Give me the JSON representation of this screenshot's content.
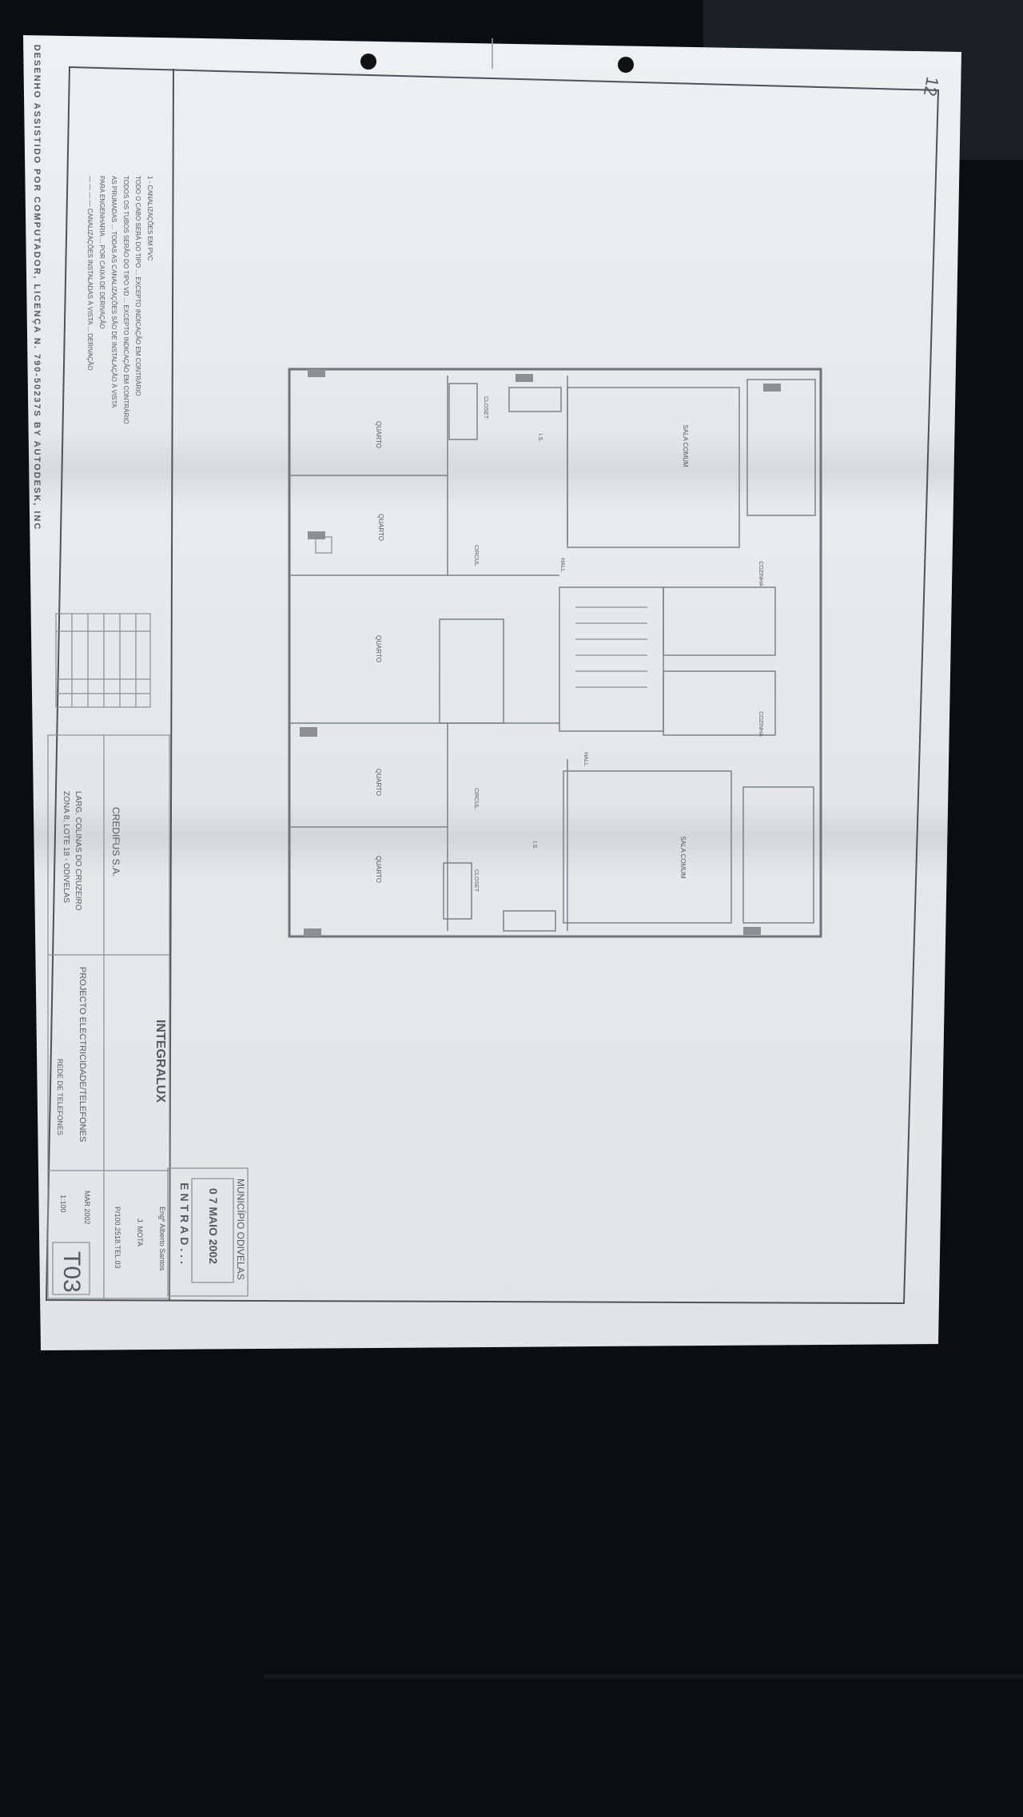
{
  "sheet": {
    "edge_text": "DESENHO ASSISTIDO POR COMPUTADOR, LICENÇA N. 790-50237S BY AUTODESK, INC",
    "handwritten_mark": "12",
    "notes": [
      "1 - CANALIZAÇÕES EM PVC",
      "TODO O CABO SERÁ DO TIPO ... EXCEPTO INDICAÇÃO EM CONTRÁRIO",
      "TODOS OS TUBOS SERÃO DO TIPO VD ... EXCEPTO INDICAÇÃO EM CONTRÁRIO",
      "AS PRUMADAS ... TODAS AS CANALIZAÇÕES SÃO DE INSTALAÇÃO À VISTA",
      "PARA ENGENHARIA ... POR CAIXA DE DERIVAÇÃO",
      "— — — — CANALIZAÇÕES INSTALADAS À VISTA ... DERIVAÇÃO"
    ],
    "table": {
      "rows": [
        [
          "",
          "",
          "",
          "",
          ""
        ],
        [
          "",
          "",
          "",
          "",
          ""
        ],
        [
          "",
          "",
          "",
          "",
          ""
        ],
        [
          "",
          "",
          "",
          "",
          ""
        ],
        [
          "",
          "",
          "",
          "",
          ""
        ],
        [
          "",
          "",
          "",
          "",
          ""
        ]
      ]
    }
  },
  "plan": {
    "rooms": [
      "QUARTO",
      "QUARTO",
      "QUARTO",
      "QUARTO",
      "QUARTO",
      "CLOSET",
      "CLOSET",
      "SALA COMUM",
      "SALA COMUM",
      "CIRCUL.",
      "CIRCUL.",
      "HALL",
      "HALL",
      "COZINHA",
      "COZINHA",
      "I.S.",
      "I.S."
    ]
  },
  "title_block": {
    "stamp": {
      "municipality": "MUNICÍPIO ODIVELAS",
      "date": "0 7 MAIO 2002",
      "label": "ENTRAD..."
    },
    "company": "INTEGRALUX",
    "owner": "CREDIFUS S.A.",
    "location_line1": "LARG. COLINAS DO CRUZEIRO",
    "location_line2": "ZONA 8, LOTE 18 - ODIVELAS",
    "project": "PROJECTO ELECTRICIDADE/TELEFONES",
    "drawing": "REDE DE TELEFONES",
    "engineer": "Engº Alberto Santos",
    "drawn_by": "J. MOTA",
    "file": "P/100.2518.TEL.03",
    "date": "MAR 2002",
    "scale": "1:100",
    "sheet_number": "T03"
  },
  "colors": {
    "paper": "#e9ebee",
    "background": "#0b0d10",
    "ink": "#6f747a"
  }
}
